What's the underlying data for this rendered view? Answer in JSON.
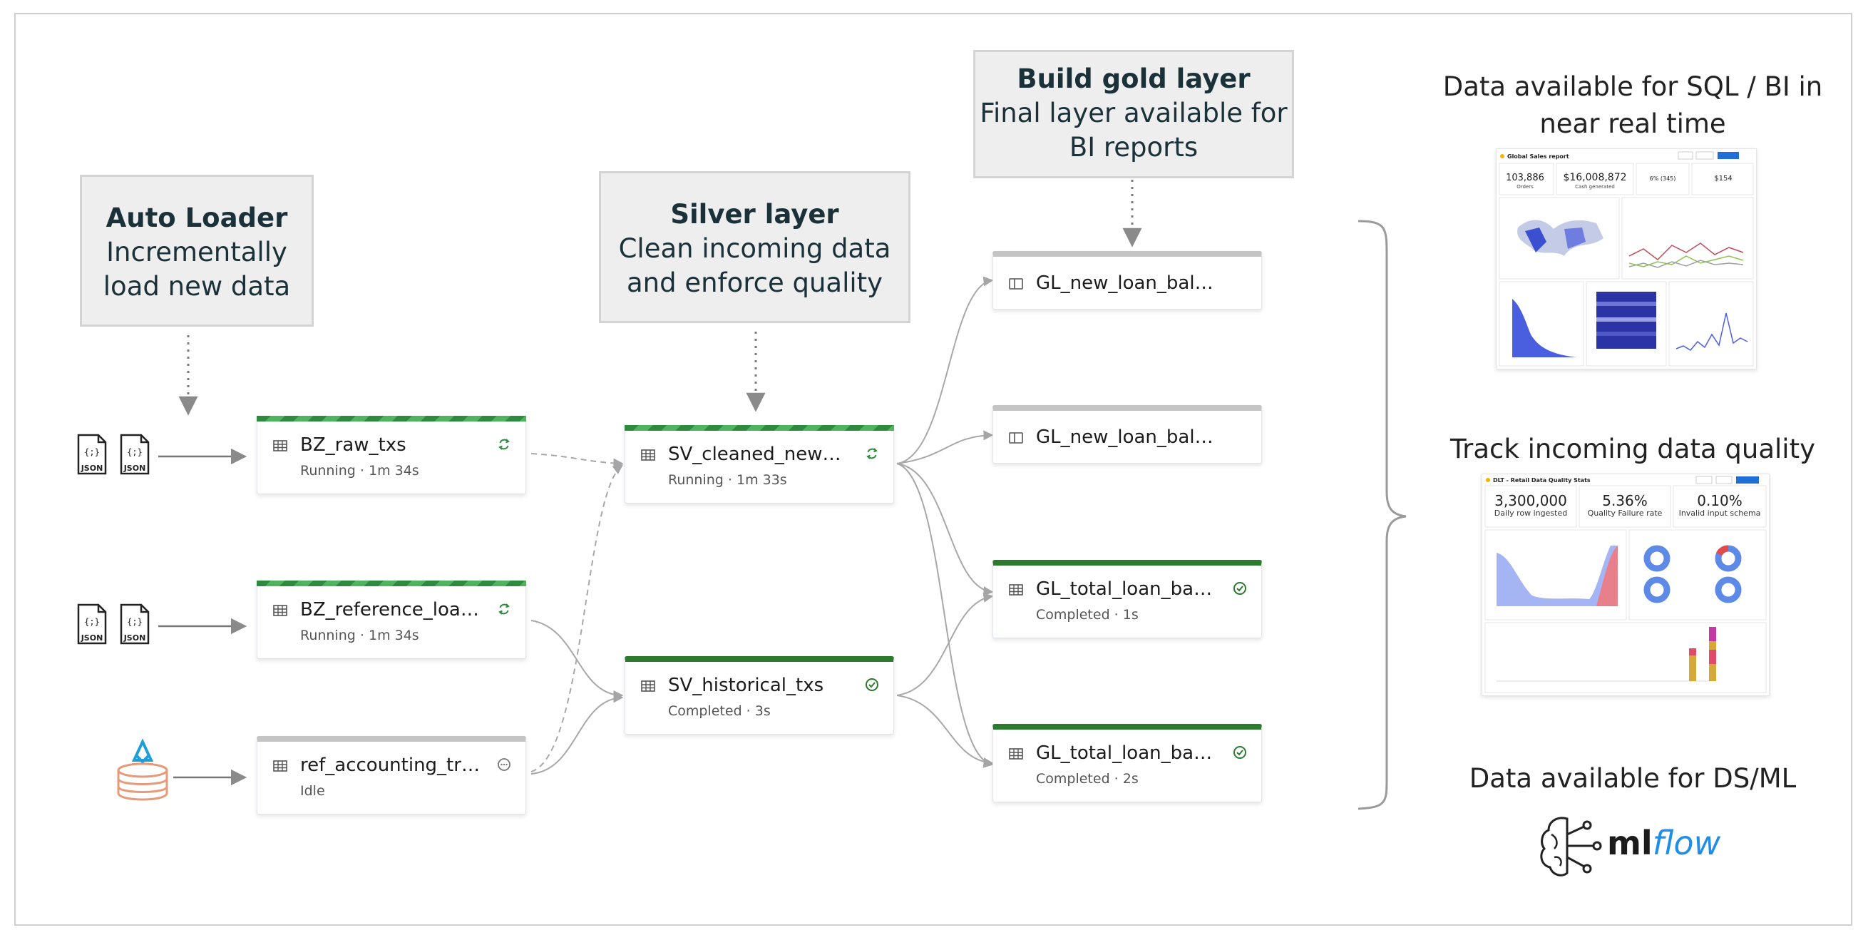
{
  "callouts": {
    "auto_loader": {
      "title": "Auto Loader",
      "sub1": "Incrementally",
      "sub2": "load new data"
    },
    "silver": {
      "title": "Silver layer",
      "sub1": "Clean incoming data",
      "sub2": "and enforce quality"
    },
    "gold": {
      "title": "Build gold layer",
      "sub1": "Final layer available for",
      "sub2": "BI reports"
    }
  },
  "sources": {
    "json_label": "JSON"
  },
  "nodes": [
    {
      "name": "BZ_raw_txs",
      "status": "Running · 1m 34s",
      "state": "running"
    },
    {
      "name": "BZ_reference_loa…",
      "status": "Running · 1m 34s",
      "state": "running"
    },
    {
      "name": "ref_accounting_tr…",
      "status": "Idle",
      "state": "idle"
    },
    {
      "name": "SV_cleaned_new…",
      "status": "Running · 1m 33s",
      "state": "running"
    },
    {
      "name": "SV_historical_txs",
      "status": "Completed · 3s",
      "state": "completed"
    },
    {
      "name": "GL_new_loan_bal…",
      "status": "",
      "state": "view"
    },
    {
      "name": "GL_new_loan_bal…",
      "status": "",
      "state": "view"
    },
    {
      "name": "GL_total_loan_ba…",
      "status": "Completed · 1s",
      "state": "completed"
    },
    {
      "name": "GL_total_loan_ba…",
      "status": "Completed · 2s",
      "state": "completed"
    }
  ],
  "right": {
    "sql_title_1": "Data available for SQL / BI in",
    "sql_title_2": "near real time",
    "quality_title": "Track incoming data quality",
    "ml_title": "Data available for DS/ML",
    "mlflow_a": "ml",
    "mlflow_b": "flow"
  },
  "sales_report": {
    "title": "Global Sales report",
    "kpi1_value": "103,886",
    "kpi1_label": "Orders",
    "kpi2_value": "$16,008,872",
    "kpi2_label": "Cash generated",
    "kpi3_value": "6% (345)",
    "kpi4_value": "$154"
  },
  "quality_report": {
    "title": "DLT - Retail Data Quality Stats",
    "kpi1_value": "3,300,000",
    "kpi1_label": "Daily row ingested",
    "kpi2_value": "5.36%",
    "kpi2_label": "Quality Failure rate",
    "kpi3_value": "0.10%",
    "kpi3_label": "Invalid input schema"
  },
  "colors": {
    "running_green": "#2d8a3e",
    "completed_green": "#2d7a2e",
    "idle_gray": "#c4c4c4",
    "callout_bg": "#eeeeee",
    "mlflow_blue": "#1f8ee8",
    "delta_orange": "#e59a7a",
    "delta_blue": "#1e9fd8"
  },
  "icons": [
    "json-file-icon",
    "delta-table-icon",
    "table-icon",
    "view-icon",
    "refresh-icon",
    "check-circle-icon",
    "idle-dots-icon",
    "arrow-icon",
    "brace-icon",
    "brain-icon"
  ]
}
